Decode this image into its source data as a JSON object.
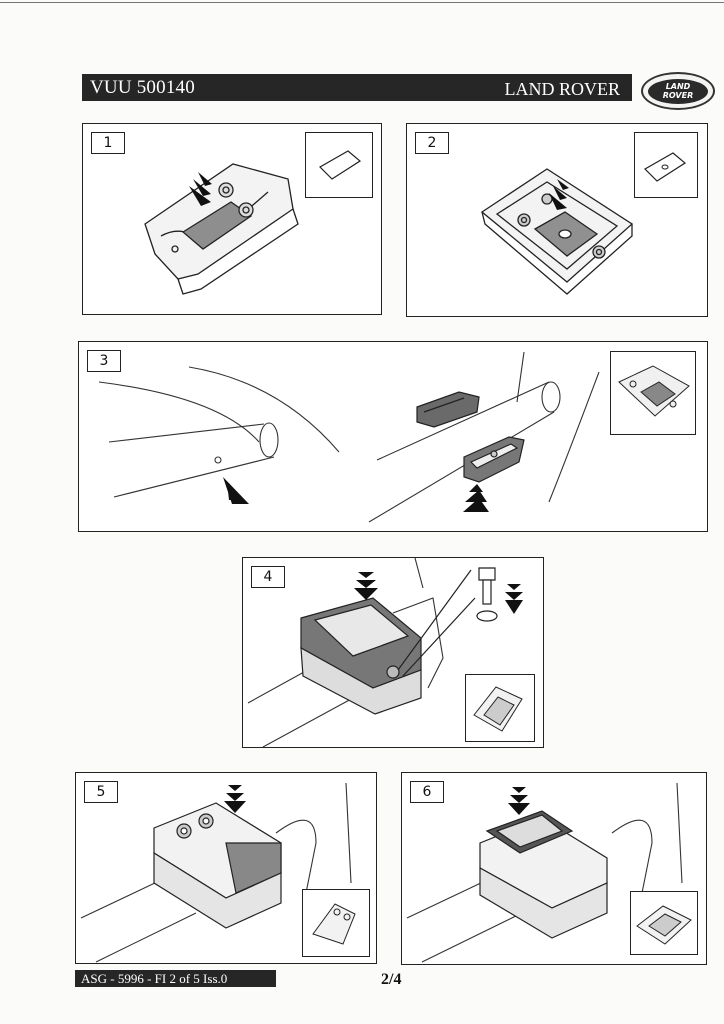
{
  "header": {
    "part_number": "VUU 500140",
    "brand": "LAND ROVER",
    "logo_line1": "LAND",
    "logo_line2": "ROVER"
  },
  "steps": [
    {
      "number": "1"
    },
    {
      "number": "2"
    },
    {
      "number": "3"
    },
    {
      "number": "4"
    },
    {
      "number": "5"
    },
    {
      "number": "6"
    }
  ],
  "footer": {
    "doc_code": "ASG - 5996 - FI 2 of 5 Iss.0",
    "page": "2/4"
  }
}
